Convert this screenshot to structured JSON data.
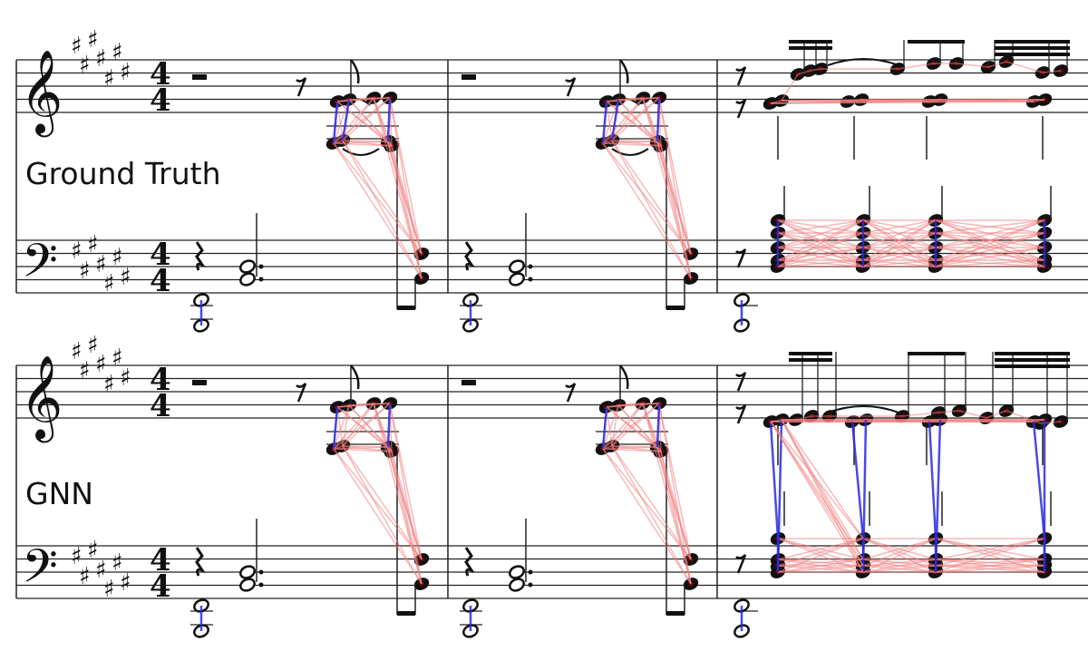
{
  "panels": [
    {
      "label": "Ground Truth",
      "mode": "ground-truth"
    },
    {
      "label": "GNN",
      "mode": "gnn"
    }
  ],
  "time_signature": {
    "top": "4",
    "bottom": "4"
  },
  "colors": {
    "edge_red": "#f08080",
    "edge_blue": "#2a2ae0",
    "note": "#111111",
    "note_highlight": "#8b0000"
  }
}
